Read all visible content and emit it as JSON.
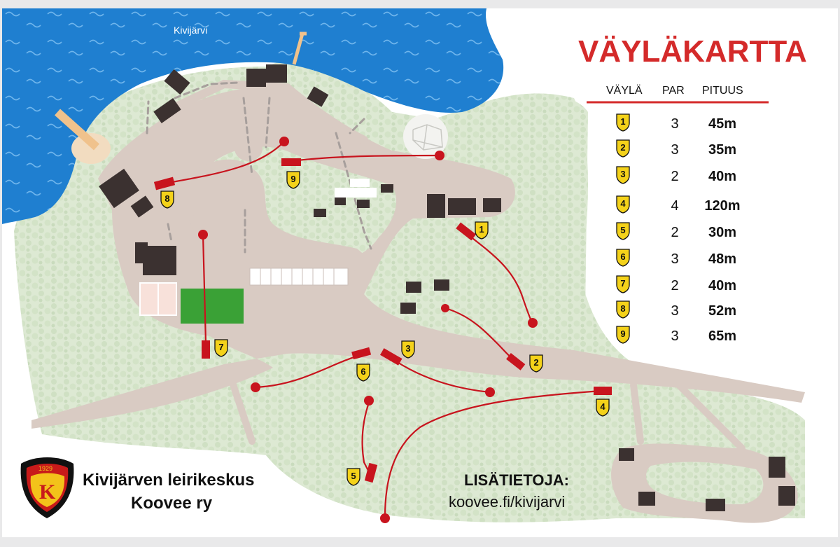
{
  "lake_label": "Kivijärvi",
  "title": "VÄYLÄKARTTA",
  "table": {
    "headers": [
      "VÄYLÄ",
      "PAR",
      "PITUUS"
    ],
    "rows": [
      {
        "hole": "1",
        "par": "3",
        "length": "45m"
      },
      {
        "hole": "2",
        "par": "3",
        "length": "35m"
      },
      {
        "hole": "3",
        "par": "2",
        "length": "40m"
      },
      {
        "hole": "4",
        "par": "4",
        "length": "120m"
      },
      {
        "hole": "5",
        "par": "2",
        "length": "30m"
      },
      {
        "hole": "6",
        "par": "3",
        "length": "48m"
      },
      {
        "hole": "7",
        "par": "2",
        "length": "40m"
      },
      {
        "hole": "8",
        "par": "3",
        "length": "52m"
      },
      {
        "hole": "9",
        "par": "3",
        "length": "65m"
      }
    ]
  },
  "holes": [
    {
      "label": "1"
    },
    {
      "label": "2"
    },
    {
      "label": "3"
    },
    {
      "label": "4"
    },
    {
      "label": "5"
    },
    {
      "label": "6"
    },
    {
      "label": "7"
    },
    {
      "label": "8"
    },
    {
      "label": "9"
    }
  ],
  "org": {
    "line1": "Kivijärven leirikeskus",
    "line2": "Koovee ry"
  },
  "logo": {
    "year": "1929",
    "letter": "K"
  },
  "info": {
    "label": "LISÄTIETOJA:",
    "url": "koovee.fi/kivijarvi"
  },
  "colors": {
    "lake": "#1f7fd0",
    "forest": "#dde9d3",
    "path": "#d9cbc3",
    "building": "#3b3130",
    "fairway": "#c8141e",
    "badge": "#f4d21a",
    "title": "#d42a2a",
    "field": "#3aa136"
  }
}
